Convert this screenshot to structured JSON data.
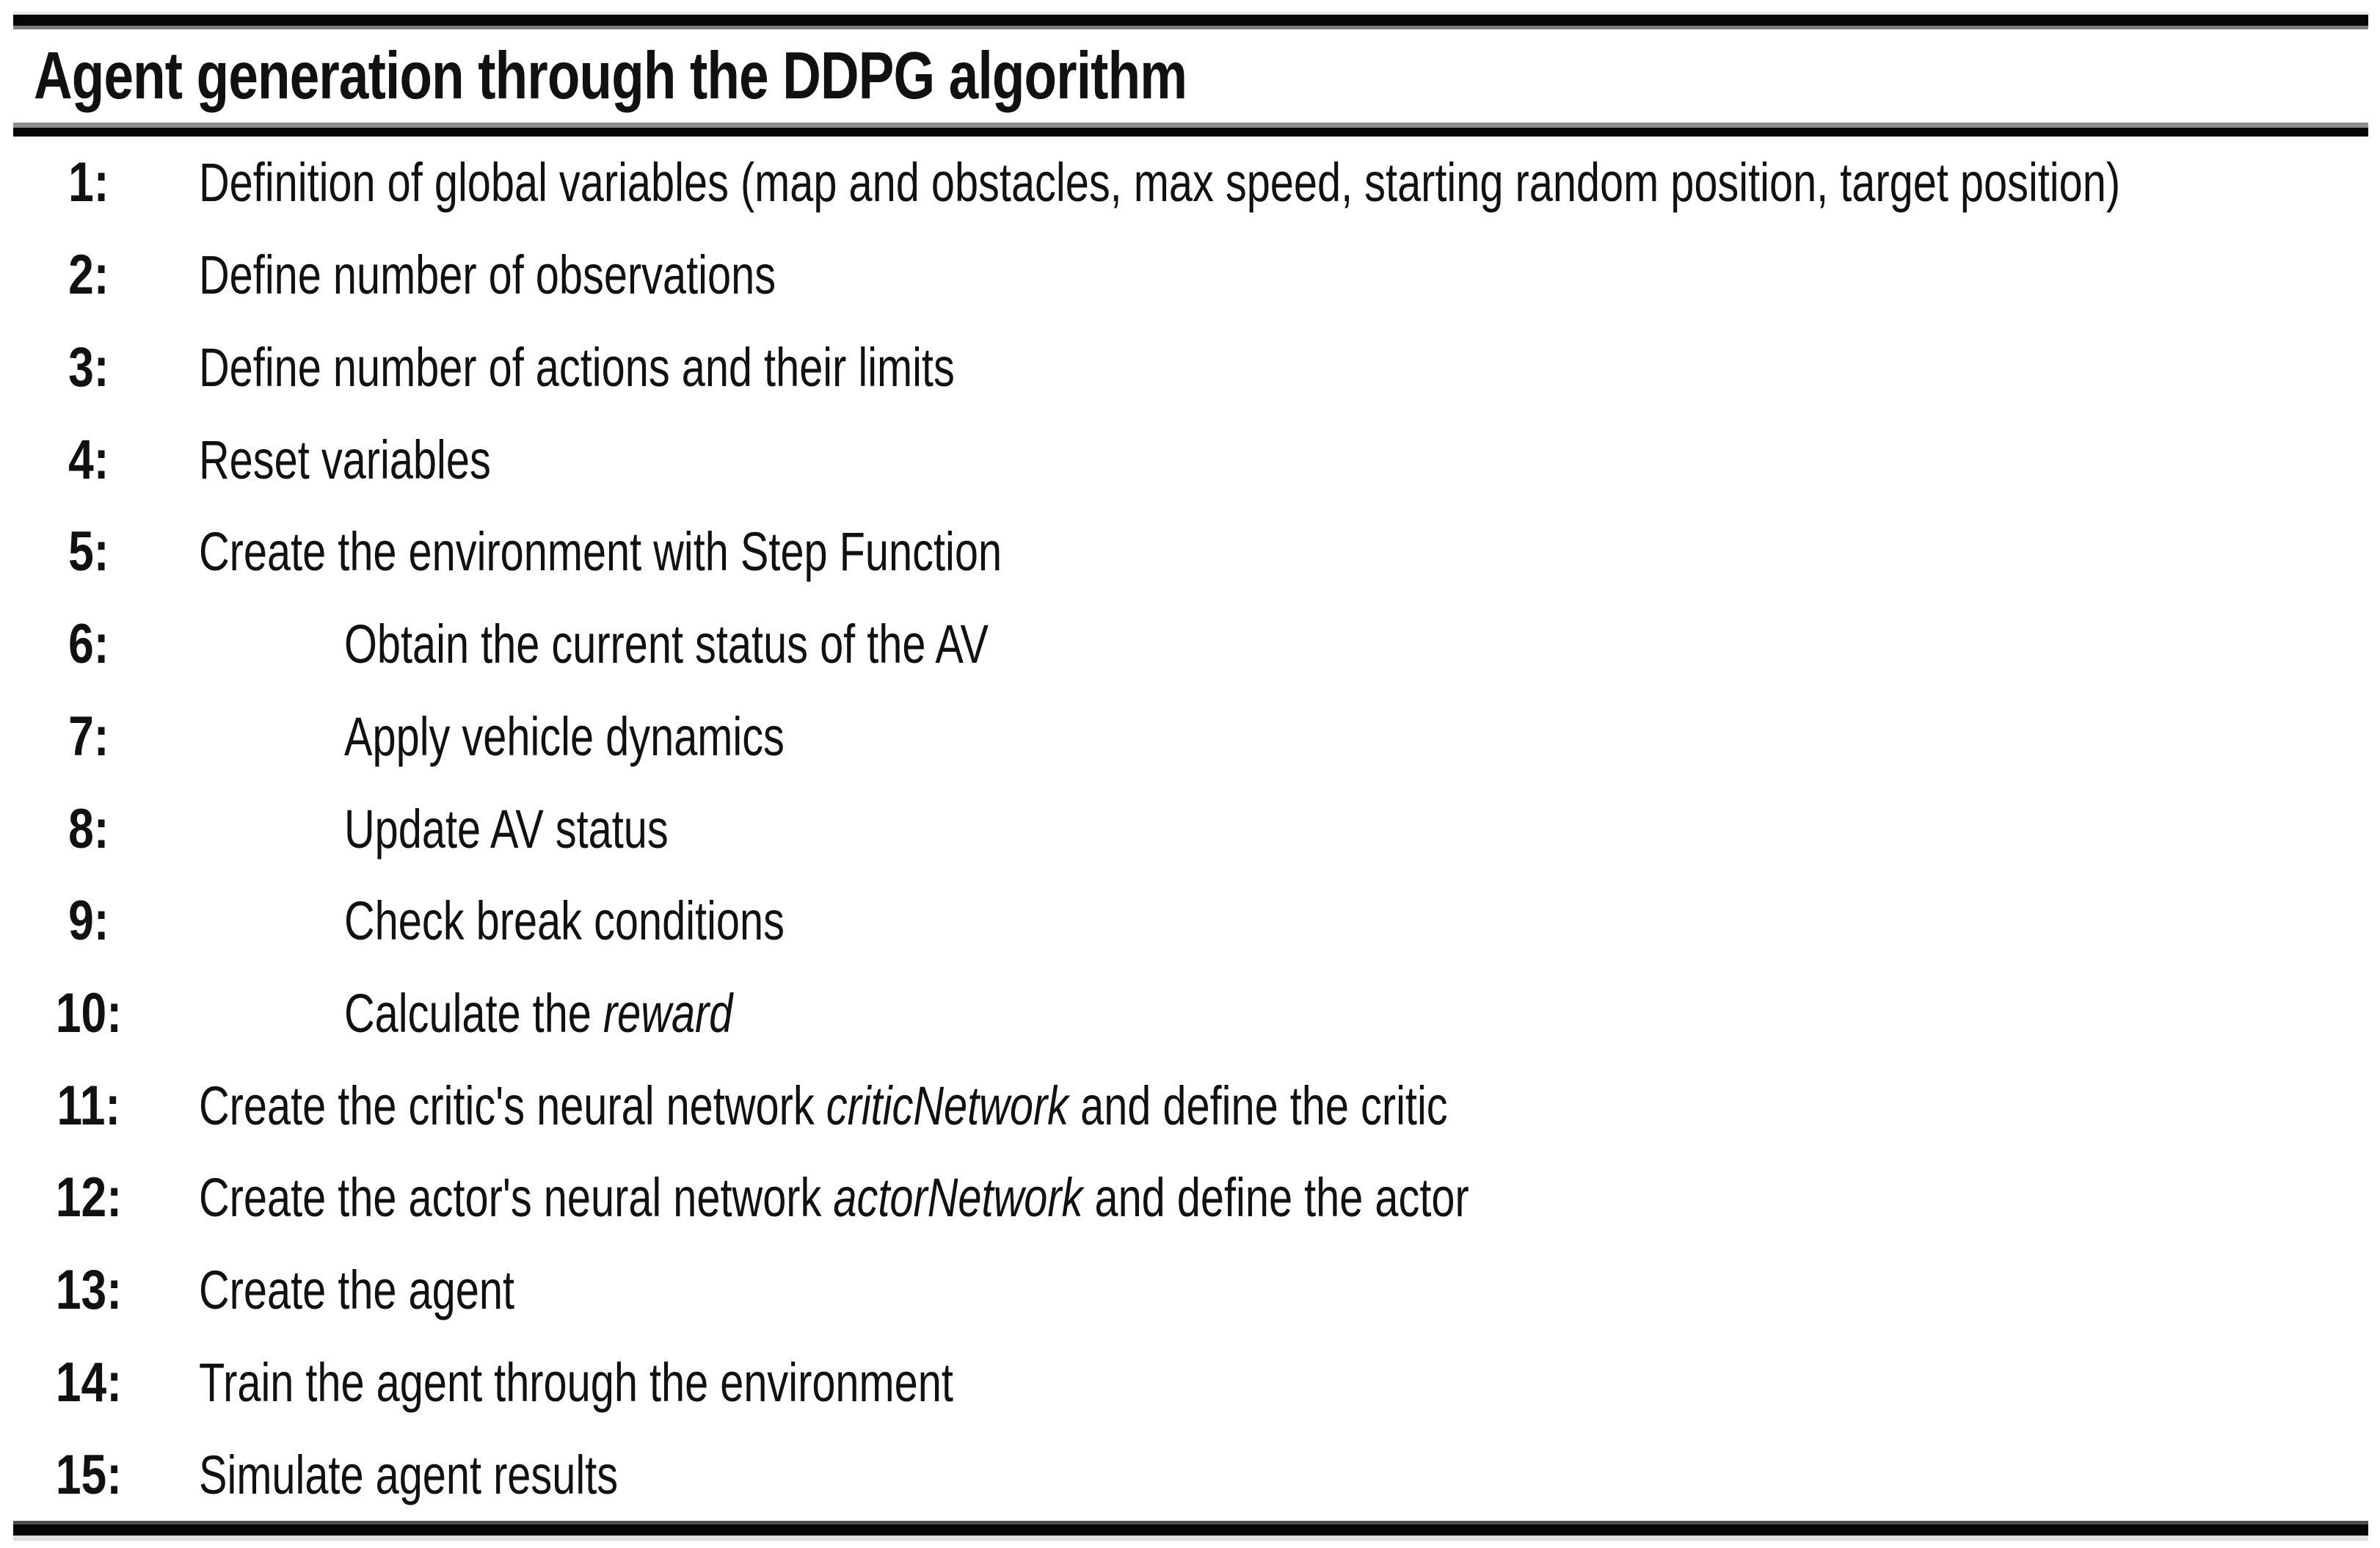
{
  "title": "Agent generation through the DDPG algorithm",
  "colors": {
    "background": "#ffffff",
    "text": "#111111",
    "rule_black": "#060606",
    "rule_gray": "#8f8f8f"
  },
  "algorithm": {
    "steps": [
      {
        "num": "1:",
        "indent": 0,
        "segments": [
          {
            "text": "Definition of global variables (map and obstacles, max speed, starting random position, target position)",
            "italic": false
          }
        ]
      },
      {
        "num": "2:",
        "indent": 0,
        "segments": [
          {
            "text": "Define number of observations",
            "italic": false
          }
        ]
      },
      {
        "num": "3:",
        "indent": 0,
        "segments": [
          {
            "text": "Define number of actions and their limits",
            "italic": false
          }
        ]
      },
      {
        "num": "4:",
        "indent": 0,
        "segments": [
          {
            "text": "Reset variables",
            "italic": false
          }
        ]
      },
      {
        "num": "5:",
        "indent": 0,
        "segments": [
          {
            "text": "Create the environment with Step Function",
            "italic": false
          }
        ]
      },
      {
        "num": "6:",
        "indent": 1,
        "segments": [
          {
            "text": "Obtain the current status of the AV",
            "italic": false
          }
        ]
      },
      {
        "num": "7:",
        "indent": 1,
        "segments": [
          {
            "text": "Apply vehicle dynamics",
            "italic": false
          }
        ]
      },
      {
        "num": "8:",
        "indent": 1,
        "segments": [
          {
            "text": "Update AV status",
            "italic": false
          }
        ]
      },
      {
        "num": "9:",
        "indent": 1,
        "segments": [
          {
            "text": "Check break conditions",
            "italic": false
          }
        ]
      },
      {
        "num": "10:",
        "indent": 1,
        "segments": [
          {
            "text": "Calculate the ",
            "italic": false
          },
          {
            "text": "reward",
            "italic": true
          }
        ]
      },
      {
        "num": "11:",
        "indent": 0,
        "segments": [
          {
            "text": "Create the critic's neural network ",
            "italic": false
          },
          {
            "text": "criticNetwork",
            "italic": true
          },
          {
            "text": " and define the critic",
            "italic": false
          }
        ]
      },
      {
        "num": "12:",
        "indent": 0,
        "segments": [
          {
            "text": "Create the actor's neural network ",
            "italic": false
          },
          {
            "text": "actorNetwork",
            "italic": true
          },
          {
            "text": " and define the actor",
            "italic": false
          }
        ]
      },
      {
        "num": "13:",
        "indent": 0,
        "segments": [
          {
            "text": "Create the agent",
            "italic": false
          }
        ]
      },
      {
        "num": "14:",
        "indent": 0,
        "segments": [
          {
            "text": "Train the agent through the environment",
            "italic": false
          }
        ]
      },
      {
        "num": "15:",
        "indent": 0,
        "segments": [
          {
            "text": "Simulate agent results",
            "italic": false
          }
        ]
      }
    ]
  }
}
